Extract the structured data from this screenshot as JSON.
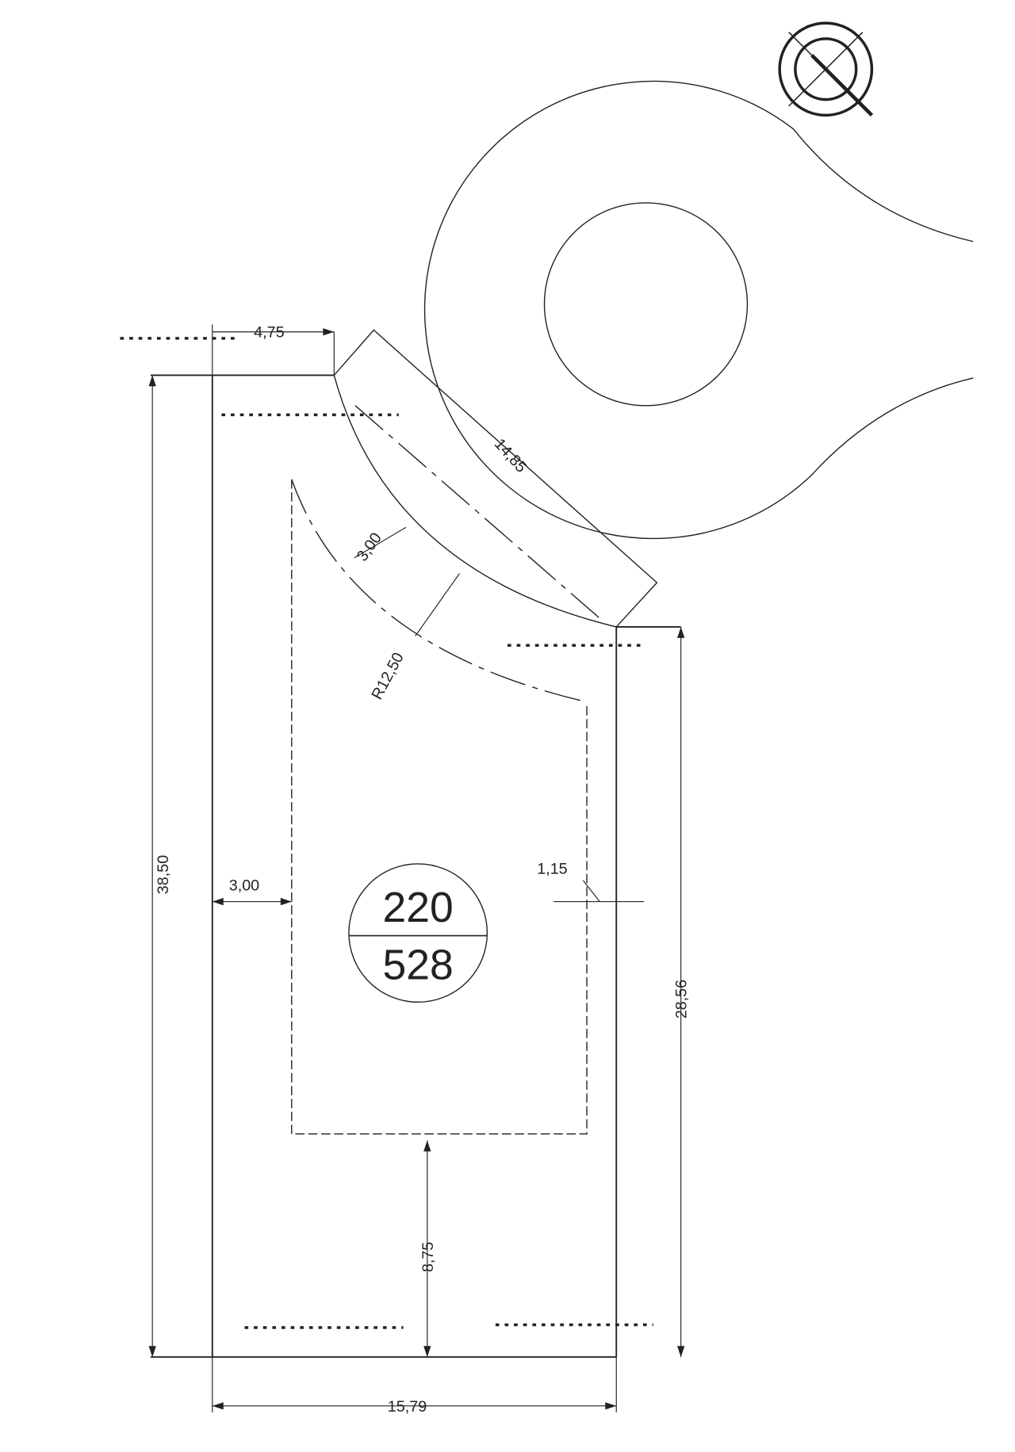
{
  "drawing": {
    "labels": {
      "top_offset": "4,75",
      "band_length": "14,85",
      "band_width": "3,00",
      "radius": "R12,50",
      "total_height": "38,50",
      "left_wall": "3,00",
      "right_wall": "1,15",
      "right_height": "28,56",
      "bottom_wall": "8,75",
      "total_width": "15,79"
    },
    "badge": {
      "top": "220",
      "bottom": "528"
    },
    "symbol": "target-crosshair-icon",
    "line_color": "#222222"
  }
}
